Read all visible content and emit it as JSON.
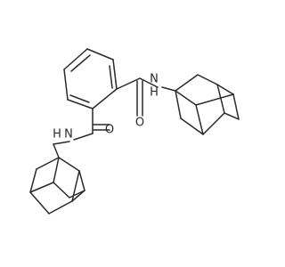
{
  "molecule": {
    "atom_labels": {
      "upper_carbonyl_oxygen": "O",
      "upper_amide_nitrogen": "N",
      "upper_amide_hydrogen": "H",
      "lower_carbonyl_oxygen": "O",
      "lower_amide_nitrogen": "N",
      "lower_amide_hydrogen": "H"
    }
  },
  "colors": {
    "bond": "#2a2a2a",
    "background": "#ffffff"
  }
}
